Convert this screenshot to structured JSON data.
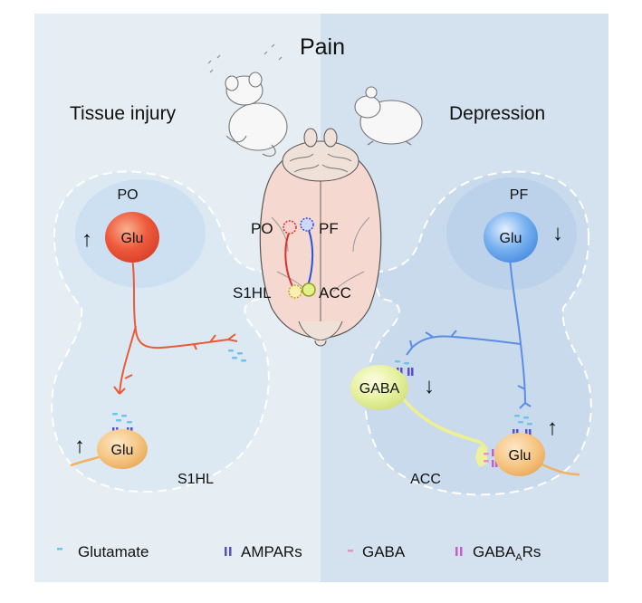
{
  "title": "Pain",
  "left_panel": {
    "heading": "Tissue injury",
    "top_region": "PO",
    "bottom_region": "S1HL",
    "top_neuron": "Glu",
    "bottom_neuron": "Glu",
    "top_arrow": "↑",
    "bottom_arrow": "↑"
  },
  "right_panel": {
    "heading": "Depression",
    "top_region": "PF",
    "bottom_region": "ACC",
    "top_neuron": "Glu",
    "inter_neuron": "GABA",
    "bottom_neuron": "Glu",
    "top_arrow": "↓",
    "inter_arrow": "↓",
    "bottom_arrow": "↑"
  },
  "brain_labels": {
    "po": "PO",
    "pf": "PF",
    "s1hl": "S1HL",
    "acc": "ACC"
  },
  "legend": {
    "glutamate": "Glutamate",
    "ampars": "AMPARs",
    "gaba": "GABA",
    "gabaa_main": "GABA",
    "gabaa_sub": "A",
    "gabaa_end": "Rs"
  },
  "colors": {
    "left_background": "#e7eef3",
    "right_background": "#d4e1ee",
    "po_neuron": "#ee5a3c",
    "pf_neuron": "#6aa6ec",
    "glu_neuron": "#f4c07c",
    "gaba_neuron": "#e9f2a8",
    "glutamate": "#6fc2ea",
    "ampar": "#5a4fc4",
    "gaba": "#e890c8",
    "gabaar": "#c060c8"
  }
}
